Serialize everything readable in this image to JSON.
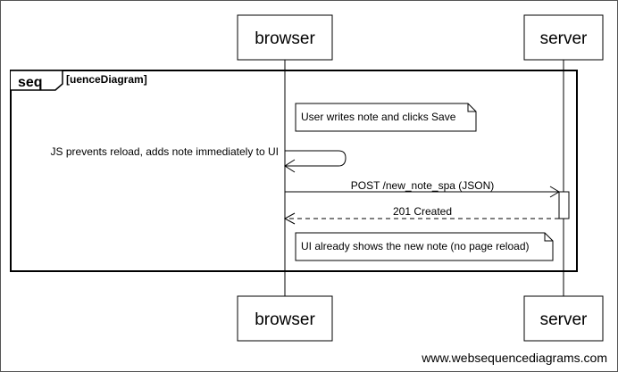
{
  "diagram": {
    "frame": {
      "operator": "seq",
      "guard": "[uenceDiagram]"
    },
    "participants": [
      {
        "id": "browser",
        "label": "browser"
      },
      {
        "id": "server",
        "label": "server"
      }
    ],
    "notes": [
      {
        "text": "User writes note and clicks Save"
      },
      {
        "text": "UI already shows the new note (no page reload)"
      }
    ],
    "messages": [
      {
        "label": "JS prevents reload, adds note immediately to UI",
        "from": "browser",
        "to": "browser",
        "style": "solid"
      },
      {
        "label": "POST /new_note_spa (JSON)",
        "from": "browser",
        "to": "server",
        "style": "solid"
      },
      {
        "label": "201 Created",
        "from": "server",
        "to": "browser",
        "style": "dashed"
      }
    ],
    "watermark": "www.websequencediagrams.com"
  },
  "colors": {
    "line": "#000000",
    "background": "#ffffff",
    "note_fill": "#ffffff",
    "page_border": "#555555"
  }
}
